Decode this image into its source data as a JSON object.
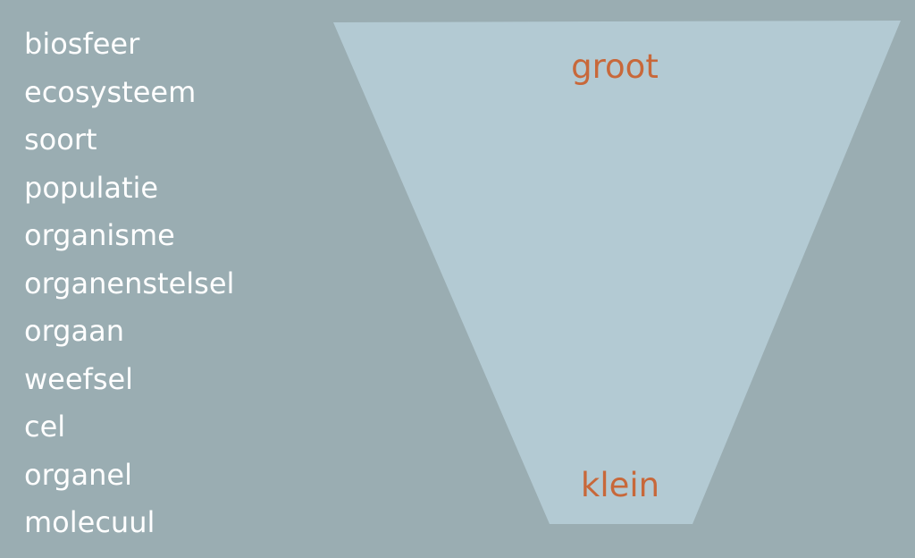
{
  "levels": [
    "biosfeer",
    "ecosysteem",
    "soort",
    "populatie",
    "organisme",
    "organenstelsel",
    "orgaan",
    "weefsel",
    "cel",
    "organel",
    "molecuul"
  ],
  "scale": {
    "top_label": "groot",
    "bottom_label": "klein"
  },
  "colors": {
    "background": "#9aadb2",
    "funnel_fill": "#b3cad3",
    "level_text": "#ffffff",
    "scale_text": "#c8683a"
  }
}
